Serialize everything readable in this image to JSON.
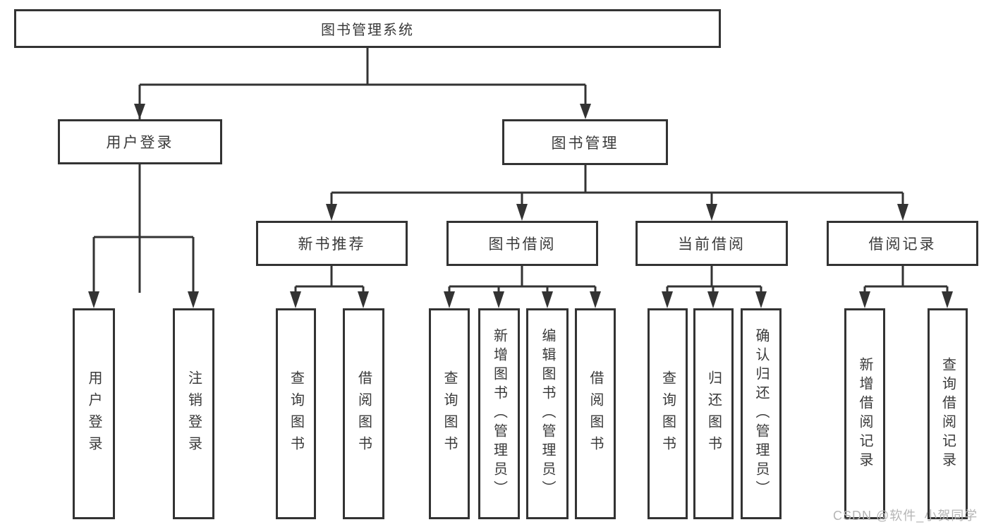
{
  "diagram": {
    "title": "图书管理系统",
    "root": {
      "label": "图书管理系统"
    },
    "level2": [
      {
        "id": "user-login",
        "label": "用户登录"
      },
      {
        "id": "book-management",
        "label": "图书管理"
      }
    ],
    "level3": [
      {
        "id": "new-book-recommend",
        "label": "新书推荐",
        "parent": "图书管理"
      },
      {
        "id": "book-borrow",
        "label": "图书借阅",
        "parent": "图书管理"
      },
      {
        "id": "current-borrow",
        "label": "当前借阅",
        "parent": "图书管理"
      },
      {
        "id": "borrow-records",
        "label": "借阅记录",
        "parent": "图书管理"
      }
    ],
    "leaves": [
      {
        "label": "用户登录",
        "parent": "用户登录"
      },
      {
        "label": "注销登录",
        "parent": "用户登录"
      },
      {
        "label": "查询图书",
        "parent": "新书推荐"
      },
      {
        "label": "借阅图书",
        "parent": "新书推荐"
      },
      {
        "label": "查询图书",
        "parent": "图书借阅"
      },
      {
        "label": "新增图书（管理员）",
        "parent": "图书借阅"
      },
      {
        "label": "编辑图书（管理员）",
        "parent": "图书借阅"
      },
      {
        "label": "借阅图书",
        "parent": "图书借阅"
      },
      {
        "label": "查询图书",
        "parent": "当前借阅"
      },
      {
        "label": "归还图书",
        "parent": "当前借阅"
      },
      {
        "label": "确认归还（管理员）",
        "parent": "当前借阅"
      },
      {
        "label": "新增借阅记录",
        "parent": "借阅记录"
      },
      {
        "label": "查询借阅记录",
        "parent": "借阅记录"
      }
    ]
  },
  "watermark": {
    "text": "CSDN @软件_小贺同学"
  },
  "colors": {
    "line": "#333333",
    "box_fill": "#ffffff",
    "text": "#3a3a3a",
    "watermark": "#b5b5b5",
    "background": "#ffffff"
  }
}
